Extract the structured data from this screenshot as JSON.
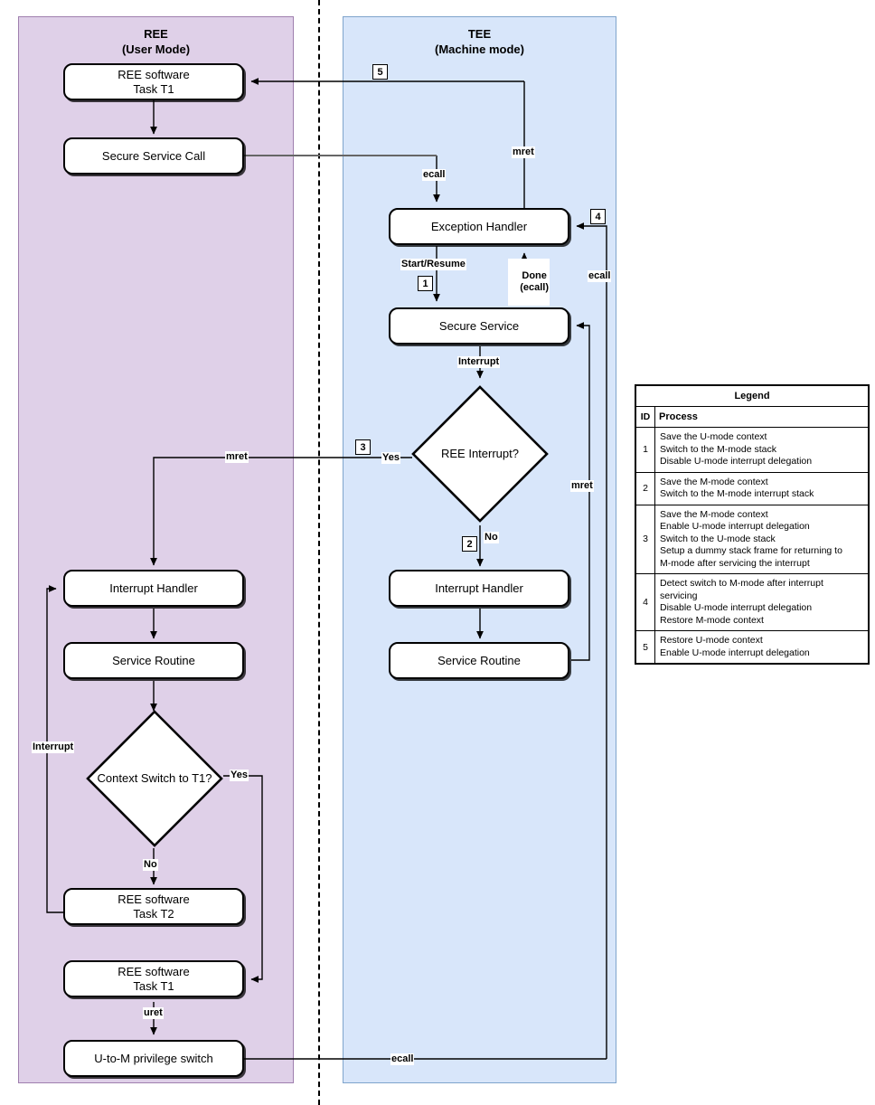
{
  "panels": {
    "ree": {
      "title": "REE",
      "subtitle": "(User Mode)"
    },
    "tee": {
      "title": "TEE",
      "subtitle": "(Machine mode)"
    }
  },
  "nodes": {
    "ree_task_t1_top_line1": "REE software",
    "ree_task_t1_top_line2": "Task T1",
    "secure_service_call": "Secure Service Call",
    "ree_interrupt_handler": "Interrupt Handler",
    "ree_service_routine": "Service Routine",
    "context_switch_line1": "Context Switch",
    "context_switch_line2": "to T1?",
    "ree_task_t2_line1": "REE software",
    "ree_task_t2_line2": "Task T2",
    "ree_task_t1_bottom_line1": "REE software",
    "ree_task_t1_bottom_line2": "Task T1",
    "u_to_m_switch": "U-to-M privilege switch",
    "exception_handler": "Exception Handler",
    "secure_service": "Secure Service",
    "tee_interrupt_handler": "Interrupt Handler",
    "tee_service_routine": "Service Routine",
    "ree_interrupt_question": "REE Interrupt?"
  },
  "edge_labels": {
    "ecall_top": "ecall",
    "mret_top": "mret",
    "start_resume": "Start/Resume",
    "done_line1": "Done",
    "done_line2": "(ecall)",
    "ecall_right": "ecall",
    "interrupt": "Interrupt",
    "yes_right": "Yes",
    "no_right": "No",
    "mret_left": "mret",
    "mret_right": "mret",
    "interrupt_left": "Interrupt",
    "yes_left": "Yes",
    "no_left": "No",
    "uret": "uret",
    "ecall_bottom": "ecall"
  },
  "badges": {
    "b1": "1",
    "b2": "2",
    "b3": "3",
    "b4": "4",
    "b5": "5"
  },
  "legend": {
    "title": "Legend",
    "columns": [
      "ID",
      "Process"
    ],
    "rows": [
      {
        "id": "1",
        "process": "Save the U-mode context\nSwitch to the M-mode stack\nDisable U-mode interrupt delegation"
      },
      {
        "id": "2",
        "process": "Save the M-mode context\nSwitch to the M-mode interrupt stack"
      },
      {
        "id": "3",
        "process": "Save the M-mode context\nEnable U-mode interrupt delegation\nSwitch to the U-mode stack\nSetup a dummy stack frame for returning to\nM-mode after servicing the interrupt"
      },
      {
        "id": "4",
        "process": "Detect switch to M-mode after interrupt\nservicing\nDisable U-mode interrupt delegation\nRestore M-mode context"
      },
      {
        "id": "5",
        "process": "Restore U-mode context\nEnable U-mode interrupt delegation"
      }
    ]
  },
  "colors": {
    "ree_panel": "#dfd0e8",
    "tee_panel": "#d8e6fa",
    "edge": "#000000",
    "edge_gray": "#666666"
  }
}
